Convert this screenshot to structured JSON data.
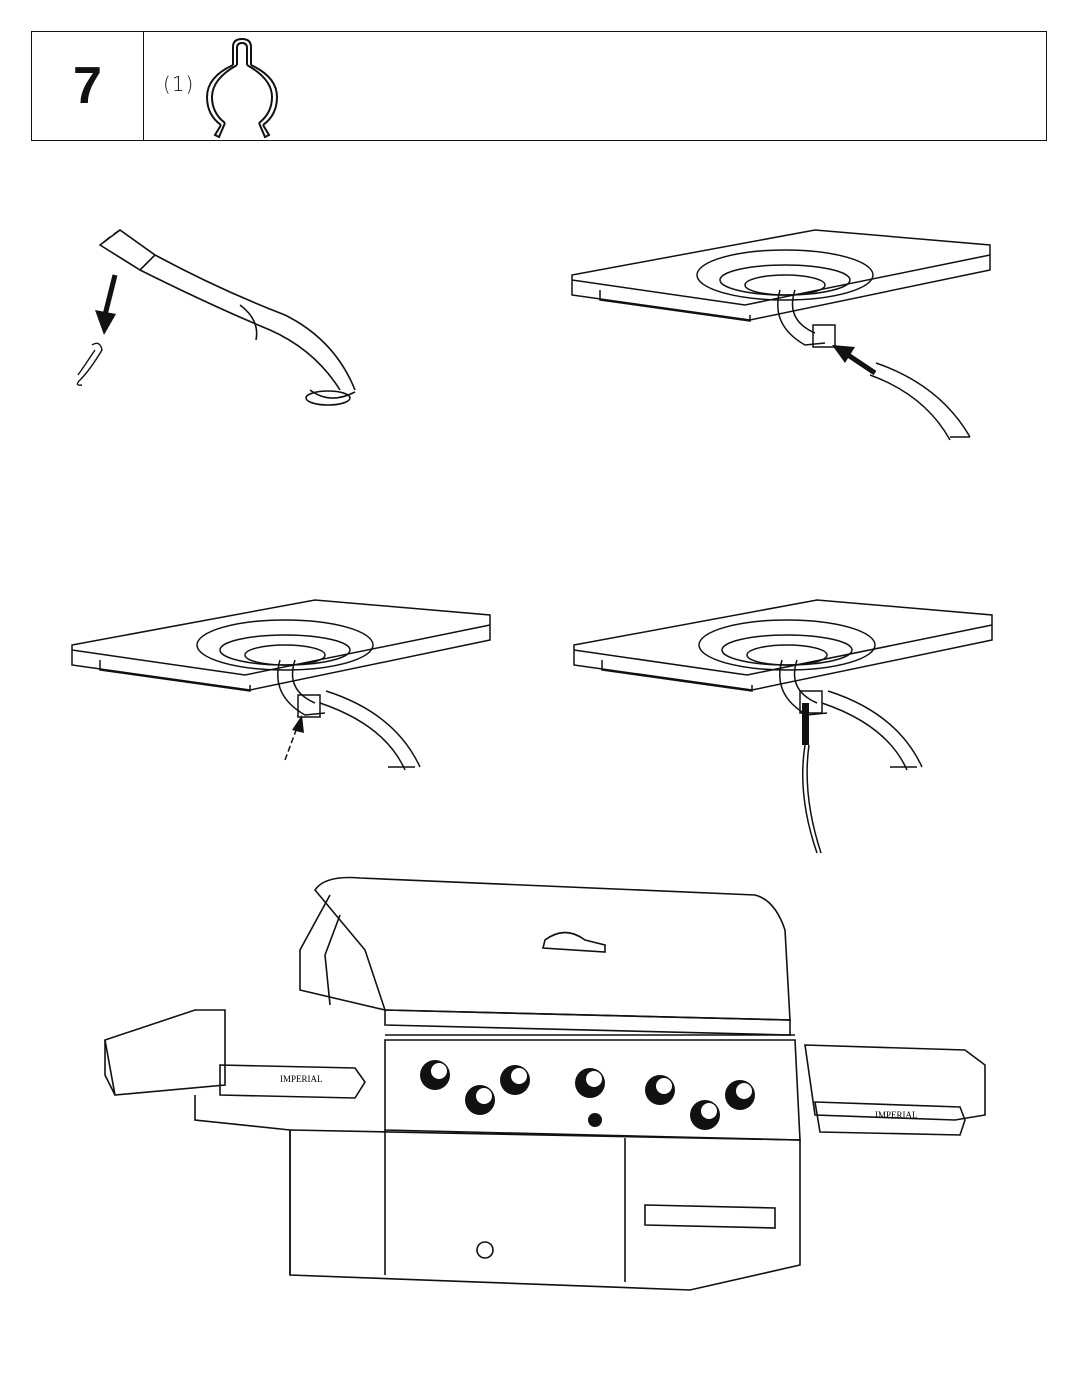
{
  "step": {
    "number": "7",
    "quantity_label": "(1)",
    "part_icon": "hairpin-clip-icon"
  },
  "illustrations": [
    {
      "name": "hose-clip-removal",
      "icon": "hose-and-clip"
    },
    {
      "name": "hose-to-valve-insert",
      "icon": "burner-plate-with-hose"
    },
    {
      "name": "clip-insert-arrow",
      "icon": "burner-plate-clip-arrow"
    },
    {
      "name": "clip-installed",
      "icon": "burner-plate-clip-installed"
    },
    {
      "name": "grill-overview",
      "icon": "bbq-grill"
    }
  ],
  "grill": {
    "brand_left": "IMPERIAL",
    "brand_right": "IMPERIAL"
  }
}
